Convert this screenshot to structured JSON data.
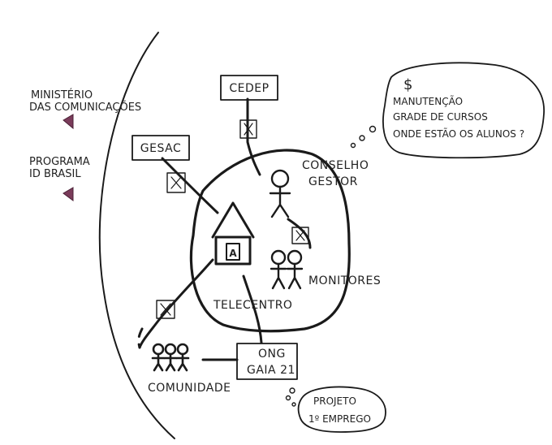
{
  "left_entities": {
    "ministerio": [
      "MINISTÉRIO",
      "DAS COMUNICAÇÕES"
    ],
    "programa": [
      "PROGRAMA",
      "ID BRASIL"
    ]
  },
  "boxes": {
    "cedep": "CEDEP",
    "gesac": "GESAC",
    "ong": [
      "ONG",
      "GAIA 21"
    ]
  },
  "actors": {
    "conselho": [
      "CONSELHO",
      "GESTOR"
    ],
    "monitores": "MONITORES",
    "telecentro": "TELECENTRO",
    "comunidade": "COMUNIDADE"
  },
  "thought_top": {
    "symbol": "$",
    "items": [
      "MANUTENÇÃO",
      "GRADE DE CURSOS",
      "ONDE ESTÃO OS ALUNOS ?"
    ]
  },
  "thought_bottom": [
    "PROJETO",
    "1º EMPREGO"
  ],
  "colors": {
    "ink": "#1a1a1a",
    "marker": "#7a3b5a"
  }
}
